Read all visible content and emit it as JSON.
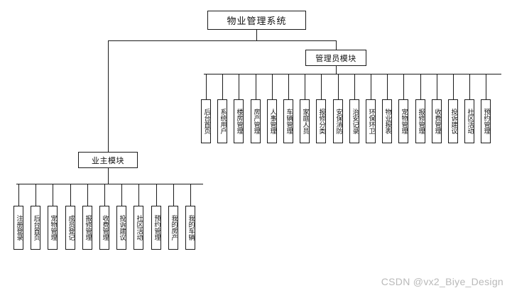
{
  "diagram": {
    "title": "物业管理系统",
    "type": "tree",
    "root": {
      "label": "物业管理系统"
    },
    "modules": [
      {
        "id": "owner",
        "label": "业主模块"
      },
      {
        "id": "admin",
        "label": "管理员模块"
      }
    ],
    "admin_leaves": [
      {
        "label": "后台首页"
      },
      {
        "label": "系统用户"
      },
      {
        "label": "楼房管理"
      },
      {
        "label": "房产管理"
      },
      {
        "label": "人事管理"
      },
      {
        "label": "车辆管理"
      },
      {
        "label": "家庭人员"
      },
      {
        "label": "报修分类"
      },
      {
        "label": "安保消防"
      },
      {
        "label": "治安记录"
      },
      {
        "label": "环保环卫"
      },
      {
        "label": "物业报表"
      },
      {
        "label": "宠物管理"
      },
      {
        "label": "报修管理"
      },
      {
        "label": "收费管理"
      },
      {
        "label": "投诉建议"
      },
      {
        "label": "社区活动"
      },
      {
        "label": "预约管理"
      }
    ],
    "owner_leaves": [
      {
        "label": "注册登录"
      },
      {
        "label": "后台首页"
      },
      {
        "label": "宠物管理"
      },
      {
        "label": "成员登记"
      },
      {
        "label": "报修管理"
      },
      {
        "label": "收费管理"
      },
      {
        "label": "投诉建议"
      },
      {
        "label": "社区活动"
      },
      {
        "label": "预约管理"
      },
      {
        "label": "我的房产"
      },
      {
        "label": "我的车辆"
      }
    ]
  },
  "watermark": {
    "text": "CSDN @vx2_Biye_Design",
    "color": "#b9b9b9"
  }
}
